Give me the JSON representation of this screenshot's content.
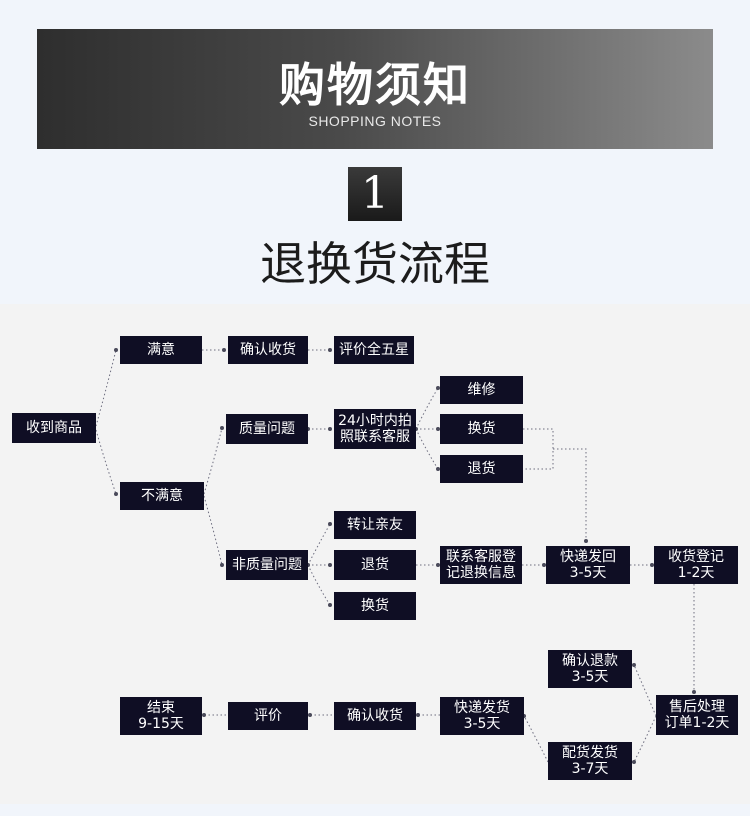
{
  "header": {
    "title": "购物须知",
    "subtitle": "SHOPPING NOTES"
  },
  "section": {
    "number": "1",
    "title": "退换货流程"
  },
  "flow": {
    "receive": "收到商品",
    "satisfied": "满意",
    "confirm_receipt_top": "确认收货",
    "five_star": "评价全五星",
    "unsatisfied": "不满意",
    "quality_issue": "质量问题",
    "photo_24h": "24小时内拍\n照联系客服",
    "repair": "维修",
    "exchange_top": "换货",
    "return_top": "退货",
    "non_quality_issue": "非质量问题",
    "transfer_friend": "转让亲友",
    "return_mid": "退货",
    "exchange_mid": "换货",
    "contact_cs": "联系客服登\n记退换信息",
    "ship_back": "快递发回\n3-5天",
    "receive_register": "收货登记\n1-2天",
    "confirm_refund": "确认退款\n3-5天",
    "after_sales": "售后处理\n订单1-2天",
    "delivery_shipping": "配货发货\n3-7天",
    "express_ship": "快递发货\n3-5天",
    "confirm_receipt_bottom": "确认收货",
    "review": "评价",
    "end": "结束\n9-15天"
  },
  "colors": {
    "node_bg": "#0f0e24",
    "node_text": "#ffffff",
    "panel_bg": "#f3f3f3",
    "page_bg": "#f1f5fb"
  }
}
